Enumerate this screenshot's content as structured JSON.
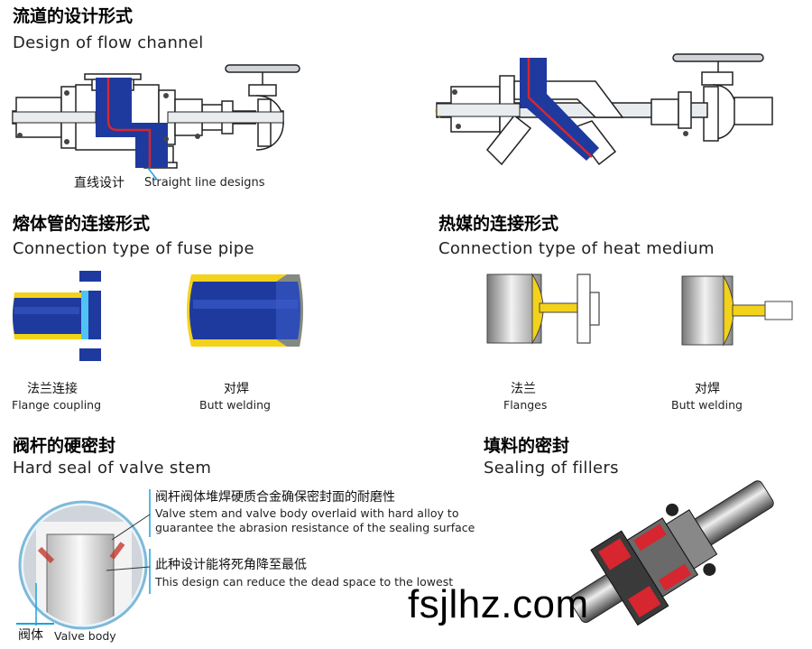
{
  "sections": {
    "flow_channel": {
      "title_cn": "流道的设计形式",
      "title_en": "Design of flow channel",
      "caption_cn": "直线设计",
      "caption_en": "Straight line designs"
    },
    "fuse_pipe": {
      "title_cn": "熔体管的连接形式",
      "title_en": "Connection type of fuse pipe",
      "flange_cn": "法兰连接",
      "flange_en": "Flange coupling",
      "butt_cn": "对焊",
      "butt_en": "Butt welding"
    },
    "heat_medium": {
      "title_cn": "热媒的连接形式",
      "title_en": "Connection type of heat medium",
      "flange_cn": "法兰",
      "flange_en": "Flanges",
      "butt_cn": "对焊",
      "butt_en": "Butt welding"
    },
    "valve_stem": {
      "title_cn": "阀杆的硬密封",
      "title_en": "Hard seal of valve stem",
      "note1_cn": "阀杆阀体堆焊硬质合金确保密封面的耐磨性",
      "note1_en_line1": "Valve stem and valve body overlaid with hard alloy to",
      "note1_en_line2": "guarantee the abrasion resistance of the sealing surface",
      "note2_cn": "此种设计能将死角降至最低",
      "note2_en": "This design can reduce the dead space to the lowest",
      "body_cn": "阀体",
      "body_en": "Valve body"
    },
    "fillers": {
      "title_cn": "填料的密封",
      "title_en": "Sealing of fillers"
    }
  },
  "watermark": "fsjlhz.com",
  "colors": {
    "blue": "#1e3a9e",
    "yellow": "#f3d21c",
    "red": "#d6262f",
    "gray": "#9aa0a6",
    "accent_line": "#1aa3e0"
  }
}
